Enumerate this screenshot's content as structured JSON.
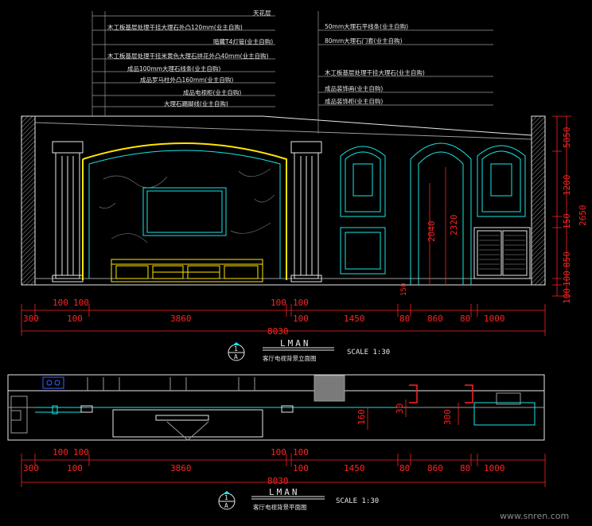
{
  "labels_left": [
    "天花层",
    "木工板基层处理干挂大理石外凸120mm(业主自购)",
    "暗藏T4灯管(业主自购)",
    "木工板基层处理干挂米黄色大理石拼花外凸40mm(业主自购)",
    "成品100mm大理石线条(业主自购)",
    "成品罗马柱外凸160mm(业主自购)",
    "成品电视柜(业主自购)",
    "大理石踢脚线(业主自购)"
  ],
  "labels_right": [
    "50mm大理石平线条(业主自购)",
    "80mm大理石门套(业主自购)",
    "木工板基层处理干挂大理石(业主自购)",
    "成品装饰画(业主自购)",
    "成品装饰柜(业主自购)"
  ],
  "elev_dims_top": [
    "100",
    "100",
    "100",
    "100"
  ],
  "elev_dims_bottom": [
    "300",
    "100",
    "3860",
    "100",
    "1450",
    "80",
    "860",
    "80",
    "1000"
  ],
  "elev_total": "8030",
  "door_dims": [
    "2040",
    "2320"
  ],
  "right_dims": [
    "5050",
    "1200",
    "150",
    "2650",
    "850",
    "100",
    "100"
  ],
  "small_dim": "150",
  "elev_title": {
    "num": "1",
    "sub": "A",
    "name": "LMAN",
    "caption": "客厅电视背景立面图",
    "scale": "SCALE 1:30"
  },
  "plan_dims_inner": [
    "160",
    "30",
    "300"
  ],
  "plan_dims_top": [
    "100",
    "100",
    "100",
    "100"
  ],
  "plan_dims_bottom": [
    "300",
    "100",
    "3860",
    "100",
    "1450",
    "80",
    "860",
    "80",
    "1000"
  ],
  "plan_total": "8030",
  "plan_title": {
    "num": "1",
    "sub": "A",
    "name": "LMAN",
    "caption": "客厅电视背景平面图",
    "scale": "SCALE 1:30"
  },
  "watermark": "www.snren.com",
  "colors": {
    "cyan": "#19e6e6",
    "red": "#ff2222",
    "yellow": "#ffe600",
    "white": "#e8e8e8",
    "gray": "#9a9a9a",
    "blue": "#3a64ff"
  }
}
